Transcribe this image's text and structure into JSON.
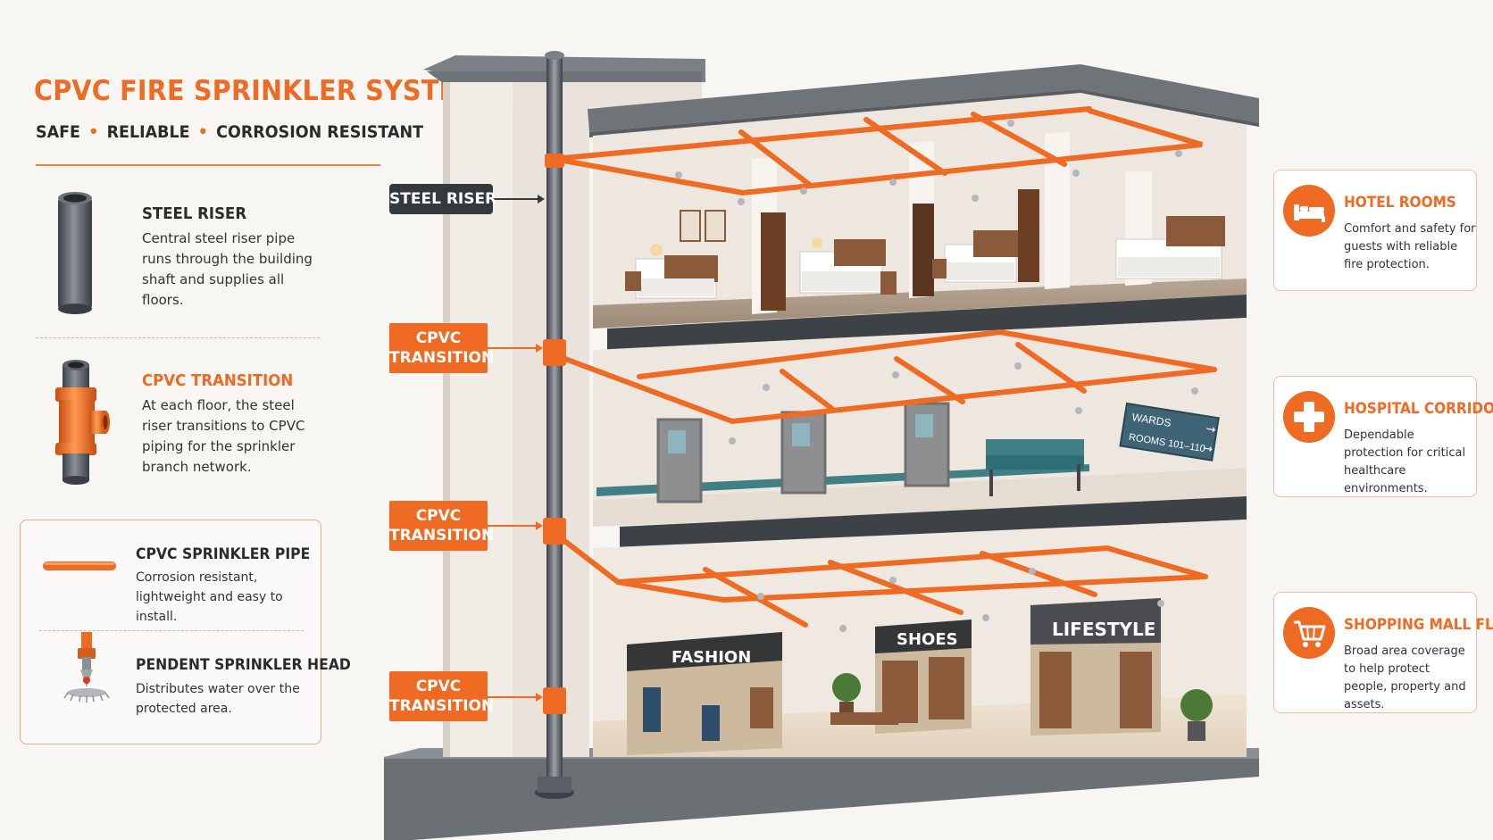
{
  "title": "CPVC FIRE SPRINKLER SYSTEM",
  "subtitle": {
    "items": [
      "SAFE",
      "RELIABLE",
      "CORROSION RESISTANT"
    ],
    "separator": "•"
  },
  "legend": {
    "steel_riser": {
      "title": "STEEL RISER",
      "desc": "Central steel riser pipe runs through the building shaft and supplies all floors."
    },
    "cpvc_transition": {
      "title": "CPVC TRANSITION",
      "desc": "At each floor, the steel riser transitions to CPVC piping for the sprinkler branch network."
    },
    "cpvc_pipe": {
      "title": "CPVC SPRINKLER PIPE",
      "desc": "Corrosion resistant, lightweight and easy to install."
    },
    "pendent_head": {
      "title": "PENDENT SPRINKLER HEAD",
      "desc": "Distributes water over the protected area."
    }
  },
  "callouts": {
    "steel_riser": "STEEL RISER",
    "transition_1": [
      "CPVC",
      "TRANSITION"
    ],
    "transition_2": [
      "CPVC",
      "TRANSITION"
    ],
    "transition_3": [
      "CPVC",
      "TRANSITION"
    ]
  },
  "signs": {
    "wards": "WARDS",
    "rooms": "ROOMS 101–110",
    "fashion": "FASHION",
    "shoes": "SHOES",
    "lifestyle": "LIFESTYLE"
  },
  "cards": [
    {
      "title": "HOTEL ROOMS",
      "desc": "Comfort and safety for guests with reliable fire protection.",
      "icon": "bed-icon"
    },
    {
      "title": "HOSPITAL CORRIDOR",
      "desc": "Dependable protection for critical healthcare environments.",
      "icon": "medical-cross-icon"
    },
    {
      "title": "SHOPPING MALL FLOOR",
      "desc": "Broad area coverage to help protect people, property and assets.",
      "icon": "shopping-cart-icon"
    }
  ],
  "colors": {
    "accent": "#ef6a22",
    "dark": "#34393e",
    "steel": "#5a5f66",
    "sign_blue": "#3e6475",
    "teal": "#3f7f86"
  }
}
